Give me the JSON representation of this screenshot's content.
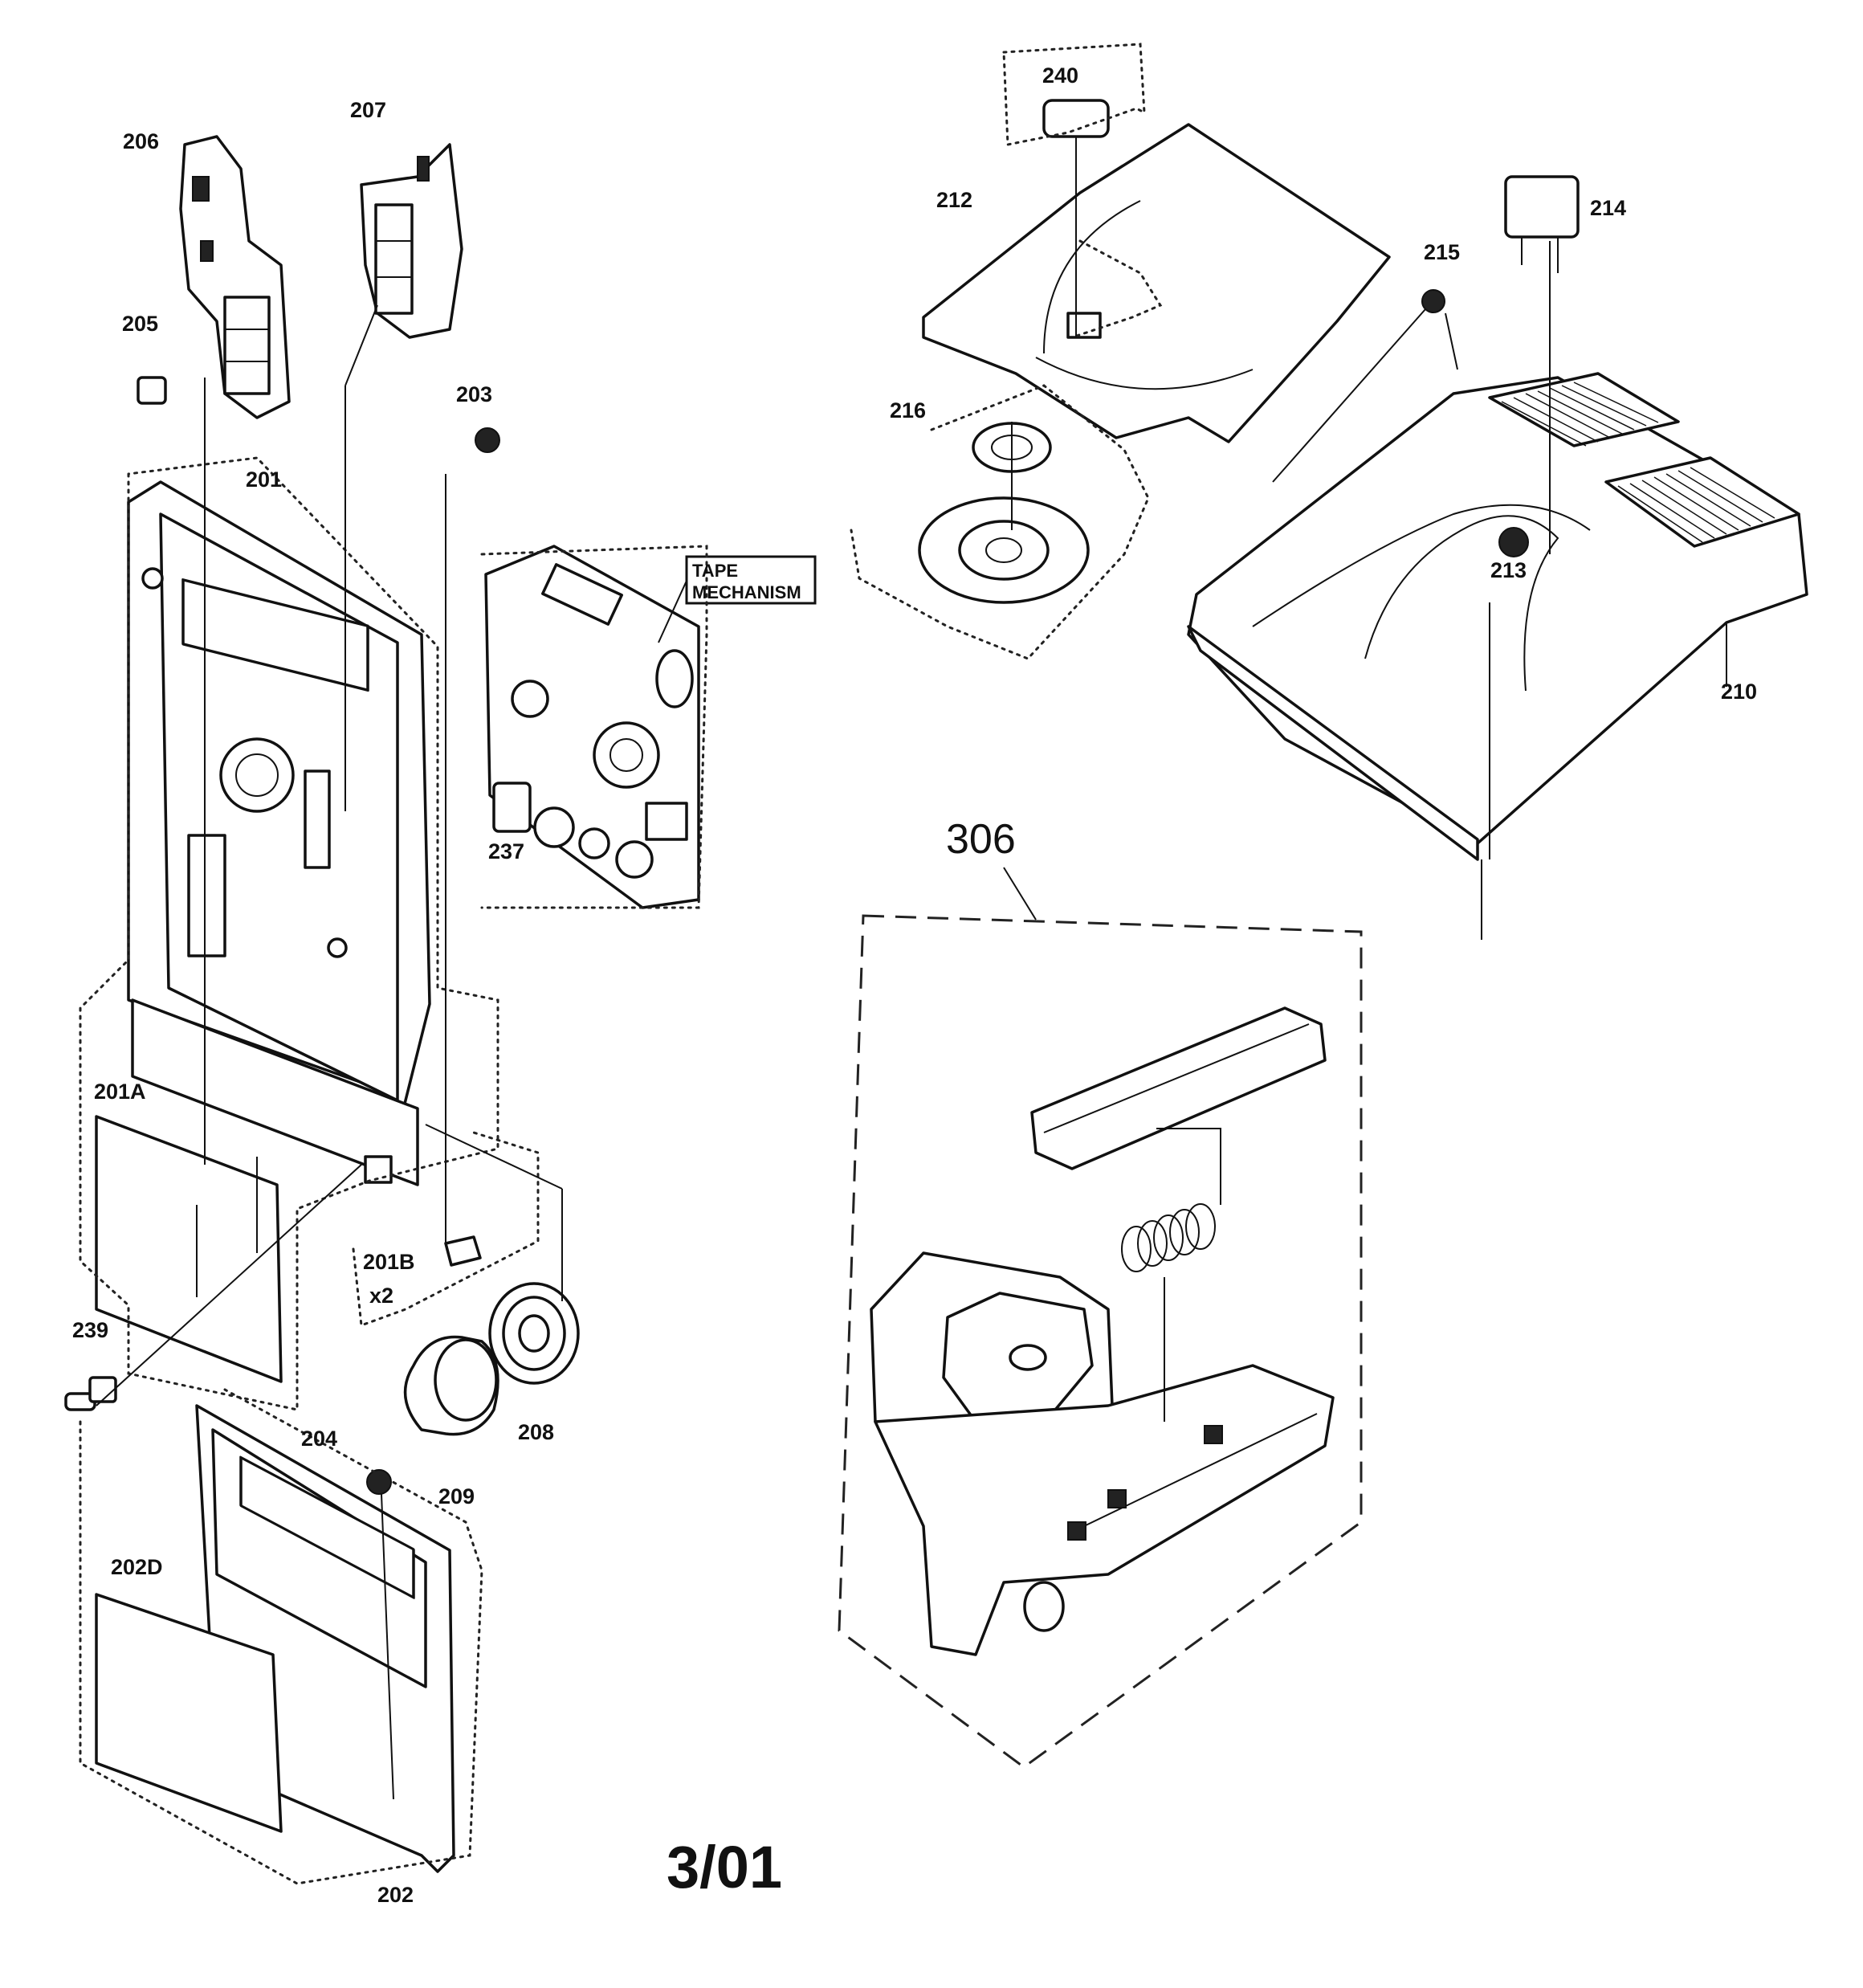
{
  "diagram": {
    "labels": {
      "p201": "201",
      "p201a": "201A",
      "p201b": "201B",
      "p201b_qty": "x2",
      "p202": "202",
      "p202d": "202D",
      "p203": "203",
      "p204": "204",
      "p205": "205",
      "p206": "206",
      "p207": "207",
      "p208": "208",
      "p209": "209",
      "p210": "210",
      "p212": "212",
      "p213": "213",
      "p214": "214",
      "p215": "215",
      "p216": "216",
      "p237": "237",
      "p239": "239",
      "p240": "240",
      "p306": "306",
      "tape_line1": "TAPE",
      "tape_line2": "MECHANISM"
    },
    "date_code": "3/01"
  }
}
